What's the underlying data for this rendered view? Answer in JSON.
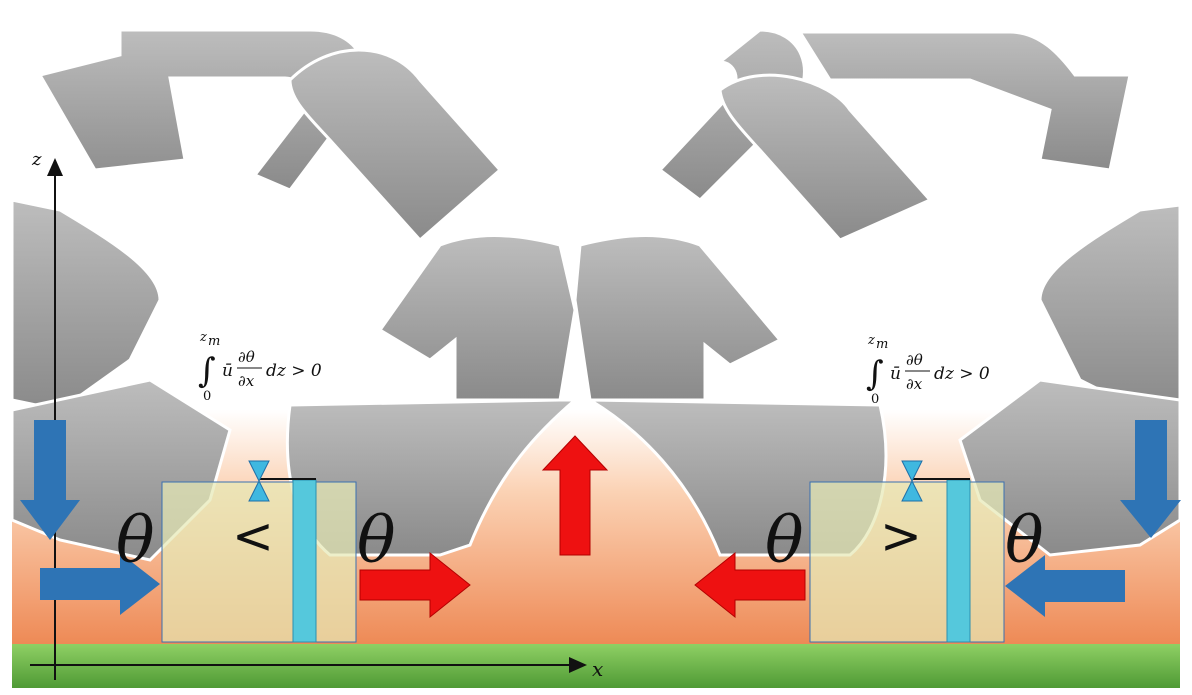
{
  "axes": {
    "x_label": "x",
    "z_label": "z"
  },
  "left_cell": {
    "theta_left": "θ",
    "relation": "<",
    "theta_right": "θ",
    "integral": {
      "upper_limit": "z",
      "upper_sub": "m",
      "lower_limit": "0",
      "integrand_u": "ū",
      "numerator": "∂θ",
      "denominator": "∂x",
      "tail": "dz > 0"
    }
  },
  "right_cell": {
    "theta_left": "θ",
    "relation": ">",
    "theta_right": "θ",
    "integral": {
      "upper_limit": "z",
      "upper_sub": "m",
      "lower_limit": "0",
      "integrand_u": "ū",
      "numerator": "∂θ",
      "denominator": "∂x",
      "tail": "dz > 0"
    }
  },
  "colors": {
    "sky": "#ffffff",
    "warm_layer": "#f08a52",
    "ground": "#6fb24a",
    "cold_arrow": "#2e74b5",
    "warm_arrow": "#ee1111",
    "column": "#55c8dc",
    "box_fill": "#e8ebb8",
    "recycle_gray": "#9c9c9c"
  }
}
